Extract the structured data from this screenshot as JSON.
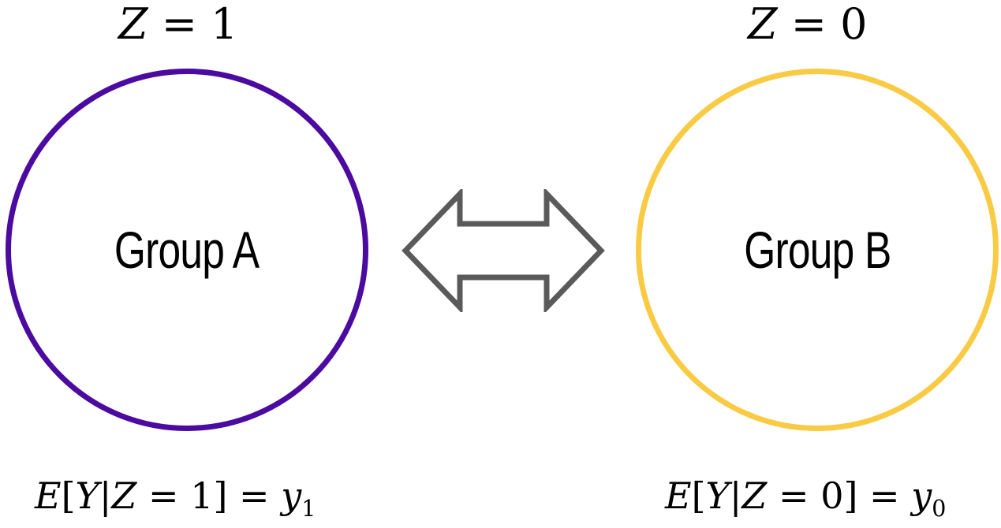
{
  "left": {
    "z_var": "Z",
    "z_eq": " = ",
    "z_val": "1",
    "group_label": "Group A",
    "expectation": {
      "e": "E",
      "open": "[",
      "y": "Y",
      "bar": "|",
      "z": "Z",
      "eq": " = ",
      "val": "1",
      "close": "] = ",
      "rhs_var": "y",
      "rhs_sub": "1"
    },
    "color": "#4B0BA0"
  },
  "right": {
    "z_var": "Z",
    "z_eq": " = ",
    "z_val": "0",
    "group_label": "Group B",
    "expectation": {
      "e": "E",
      "open": "[",
      "y": "Y",
      "bar": "|",
      "z": "Z",
      "eq": " = ",
      "val": "0",
      "close": "] = ",
      "rhs_var": "y",
      "rhs_sub": "0"
    },
    "color": "#F9CB45"
  },
  "arrow_color": "#5A5A5A",
  "arrow_icon": "double-headed-arrow-icon"
}
